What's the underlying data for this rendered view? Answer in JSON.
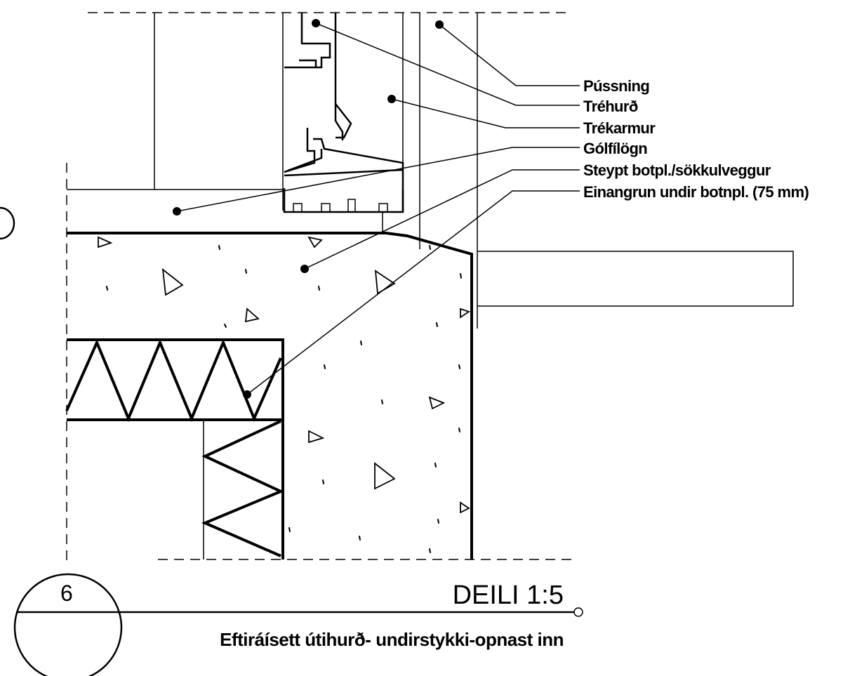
{
  "callouts": [
    {
      "id": "pussning",
      "text": "Pússning"
    },
    {
      "id": "trehurd",
      "text": "Tréhurð"
    },
    {
      "id": "trekarmur",
      "text": "Trékarmur"
    },
    {
      "id": "golfilogn",
      "text": "Gólfílögn"
    },
    {
      "id": "steypt",
      "text": "Steypt botpl./sökkulveggur"
    },
    {
      "id": "einangrun",
      "text": "Einangrun undir botnpl. (75 mm)"
    }
  ],
  "title_block": {
    "detail_number": "6",
    "title": "DEILI 1:5",
    "subtitle": "Eftiráísett útihurð- undirstykki-opnast inn"
  }
}
